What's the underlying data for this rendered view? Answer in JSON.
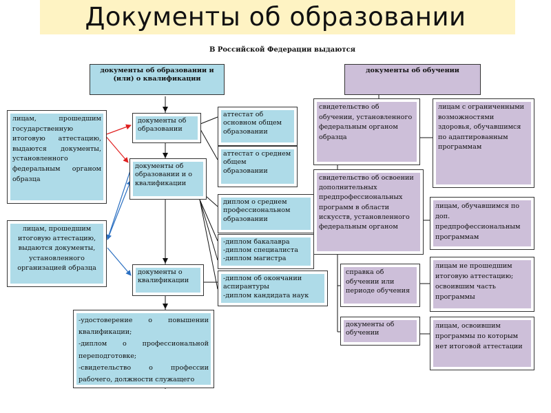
{
  "title": "Документы об образовании",
  "subtitle": "В Российской Федерации выдаются",
  "colors": {
    "title_band": "#fef3c3",
    "blue": "#aedbe8",
    "lilac": "#cdbfd9",
    "red_arrow": "#e02020",
    "blue_arrow": "#2a6fc1"
  },
  "nodes": {
    "edu_qual": "документы об образовании и (или) о квалификации",
    "training": "документы об обучении",
    "graduates_state": "лицам, прошедшим государственную итоговую аттестацию, выдаются документы, установленного федеральным органом образца",
    "graduates_org": "лицам, прошедшим итоговую аттестацию, выдаются документы, установленного организацией образца",
    "doc_edu": "документы об образовании",
    "doc_edu_qual": "документы об образовании и о квалификации",
    "doc_qual": "документы о квалификации",
    "cert_basic": "аттестат об основном общем образовании",
    "cert_secondary": "аттестат о среднем общем образовании",
    "diploma_spo": "диплом о среднем профессиональном образовании",
    "diplomas_higher": "-диплом бакалавра\n-диплом специалиста\n-диплом магистра",
    "diplomas_postgrad": "-диплом об окончании аспирантуры\n-диплом кандидата наук",
    "qual_list": "-удостоверение о повышении квалификации;\n-диплом о профессиональной переподготовке;\n-свидетельство о профессии рабочего, должности служащего",
    "training_cert_fed": "свидетельство об обучении, установленного федеральным органом образца",
    "disabled": "лицам с ограниченными возможностями здоровья, обучавшимся по адаптированным программам",
    "arts_cert": "свидетельство об освоении дополнительных предпрофессиональных программ в области искусств, установленного федеральным органом",
    "preprof": "лицам, обучавшимся по доп. предпрофессиональным программам",
    "study_certificate": "справка об обучении или периоде обучения",
    "no_final": "лицам не прошедшим итоговую аттестацию; освоившим часть программы",
    "training_docs": "документы об обучении",
    "no_final_programs": "лицам, освоившим программы по которым нет итоговой аттестации"
  }
}
